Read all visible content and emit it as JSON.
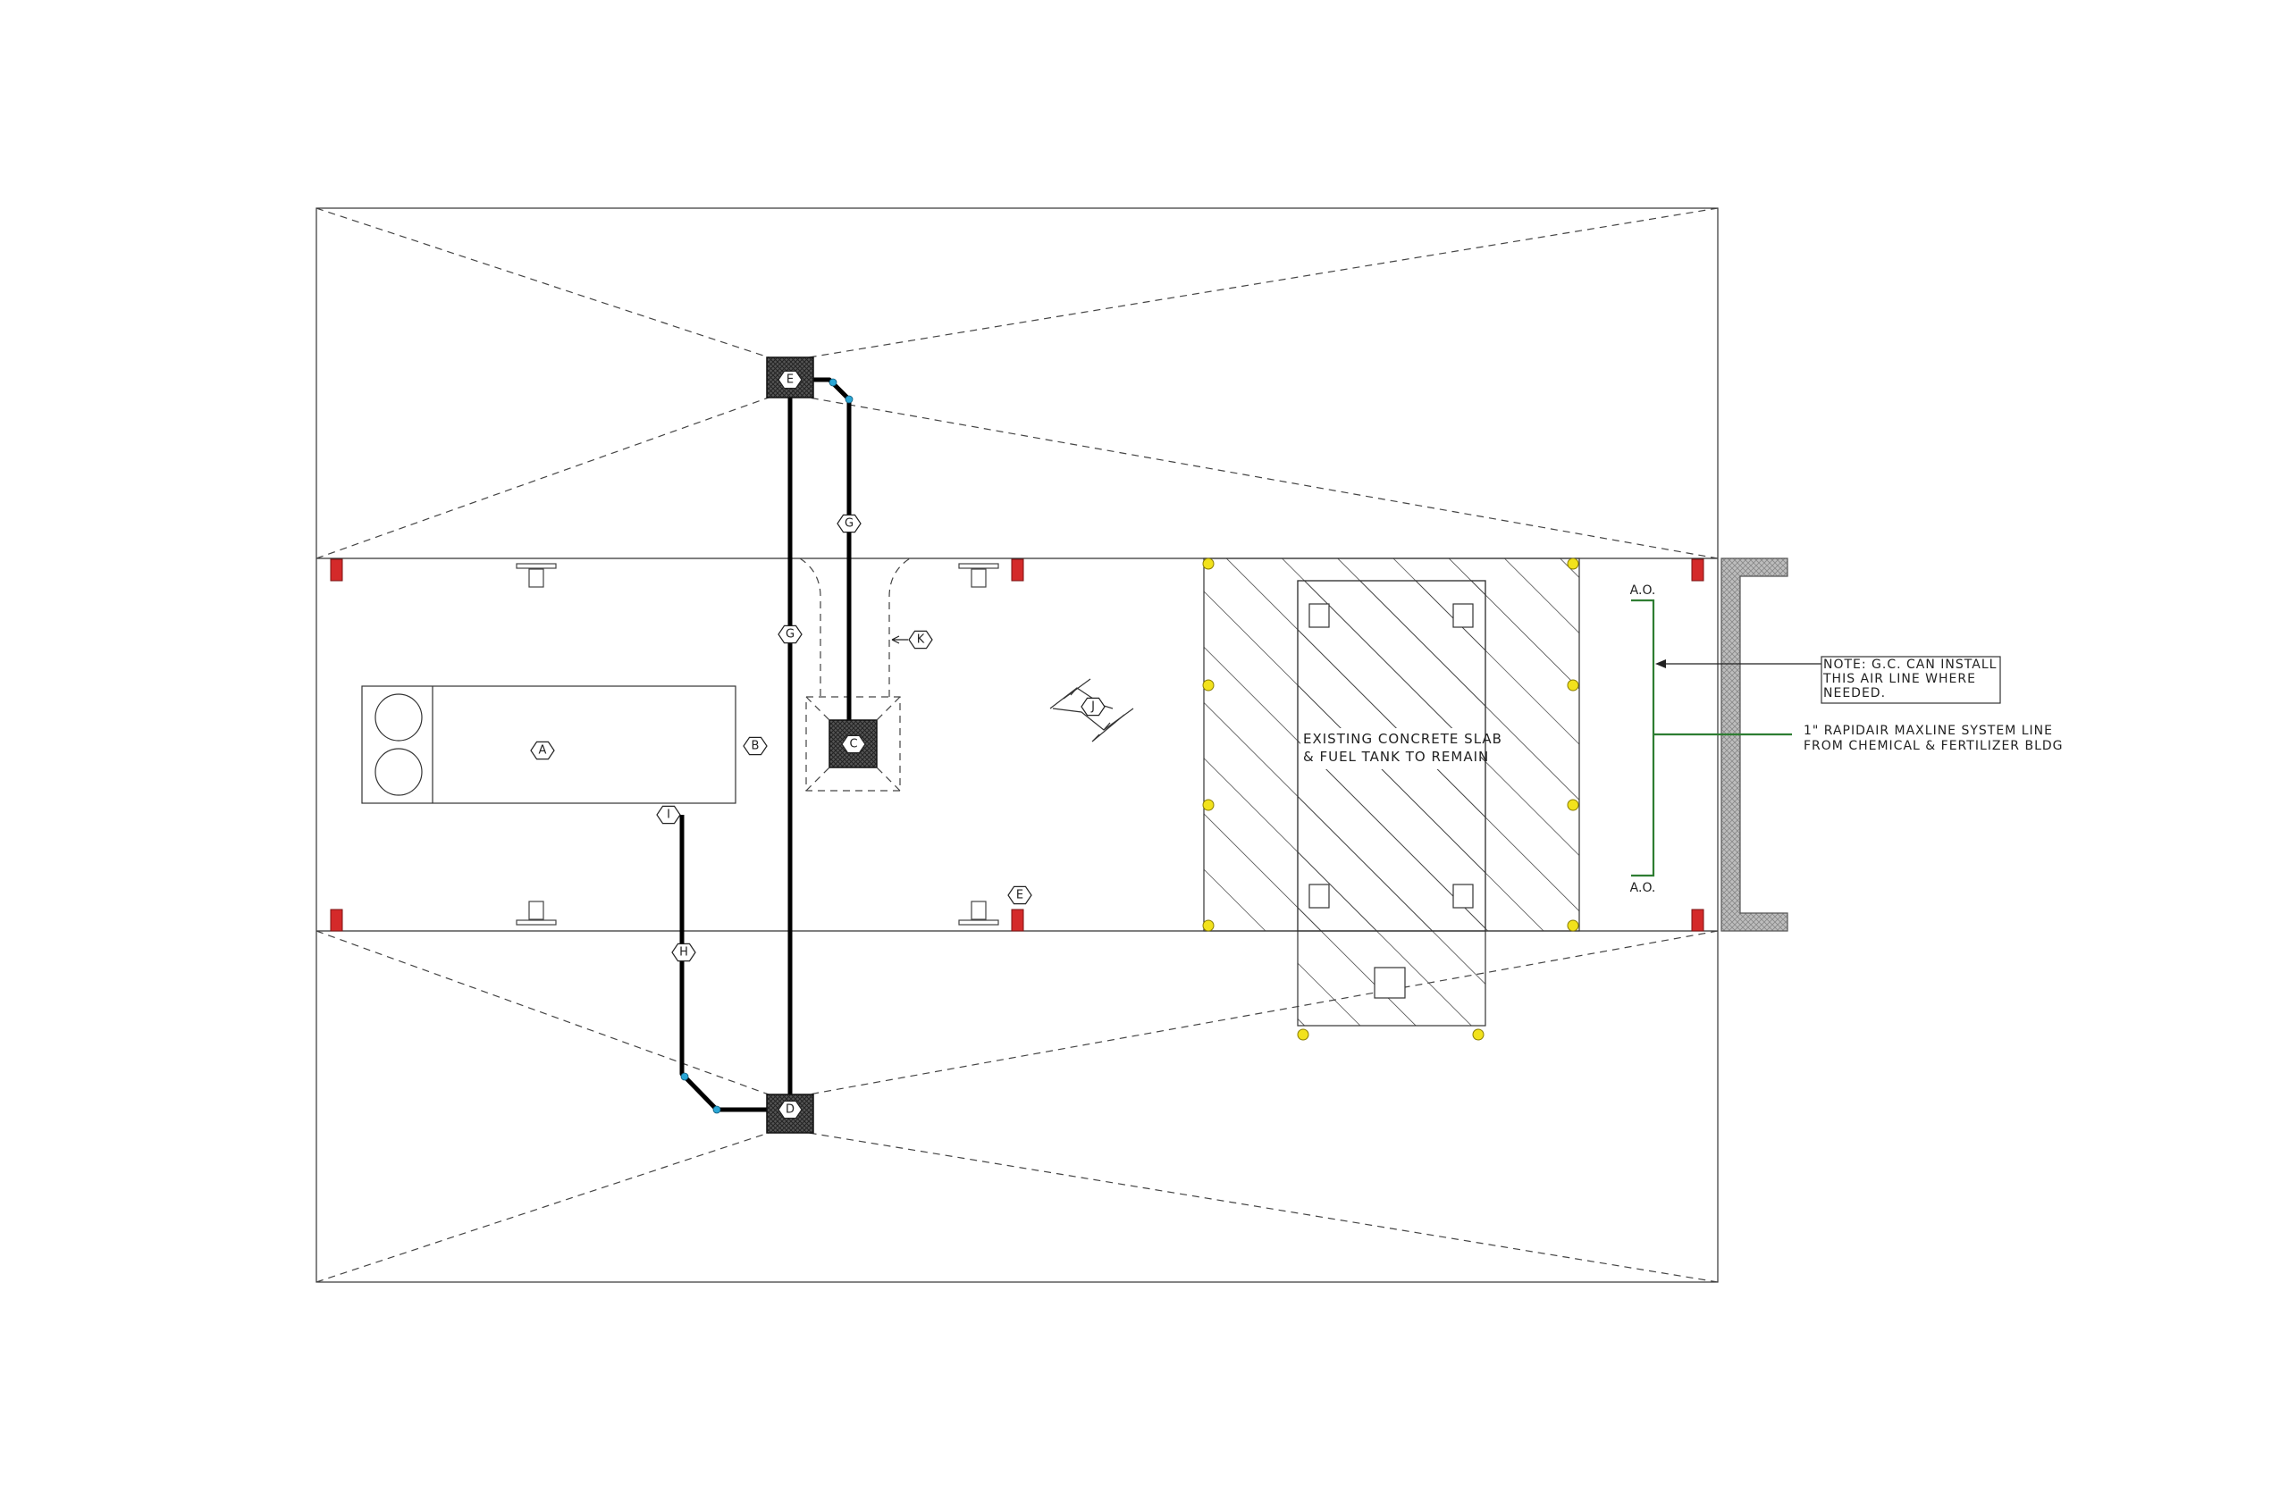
{
  "tags": {
    "A": "A",
    "B": "B",
    "C": "C",
    "D": "D",
    "E_top": "E",
    "E_mid": "E",
    "G_top": "G",
    "G_mid": "G",
    "H": "H",
    "I": "I",
    "J": "J",
    "K": "K"
  },
  "slab_label": {
    "line1": "EXISTING CONCRETE SLAB",
    "line2": "& FUEL TANK TO REMAIN"
  },
  "note": {
    "line1": "NOTE: G.C. CAN INSTALL",
    "line2": "THIS  AIR  LINE  WHERE",
    "line3": "NEEDED."
  },
  "air_line": {
    "line1": "1\" RAPIDAIR MAXLINE SYSTEM LINE",
    "line2": "FROM CHEMICAL & FERTILIZER BLDG"
  },
  "ao_top": "A.O.",
  "ao_bottom": "A.O.",
  "colors": {
    "column_red": "#d42a2a",
    "anchor_yellow": "#f2e21c",
    "air_line_green": "#2e7d32",
    "fitting_cyan": "#2aa7d6",
    "hatch": "#333333"
  }
}
